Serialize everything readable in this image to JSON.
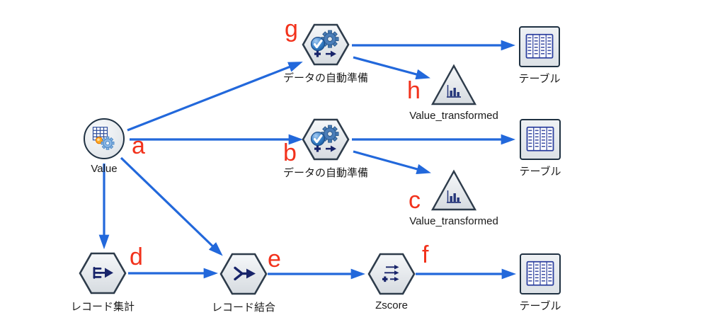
{
  "colors": {
    "arrow": "#2268DB",
    "annotation": "#F2321C",
    "node-border": "#203243",
    "hex-border": "#2E3C4B",
    "icon-navy": "#18246A",
    "icon-steel-blue": "#4A7DB8",
    "icon-light-blue": "#8AB6E4",
    "icon-orange": "#FFAA22",
    "table-icon-ink": "#2B3F9E",
    "label-ink": "#1A1A1A"
  },
  "nodes": {
    "value": {
      "label": "Value",
      "letter": "a",
      "type": "source-node",
      "icon": "table-settings-icon"
    },
    "adp_top": {
      "label": "データの自動準備",
      "letter": "g",
      "type": "process-node",
      "icon": "auto-data-prep-icon"
    },
    "vt_top": {
      "label": "Value_transformed",
      "letter": "h",
      "type": "model-nugget-node",
      "icon": "bar-chart-icon"
    },
    "table_top": {
      "label": "テーブル",
      "type": "output-node",
      "icon": "table-grid-icon"
    },
    "adp_mid": {
      "label": "データの自動準備",
      "letter": "b",
      "type": "process-node",
      "icon": "auto-data-prep-icon"
    },
    "vt_mid": {
      "label": "Value_transformed",
      "letter": "c",
      "type": "model-nugget-node",
      "icon": "bar-chart-icon"
    },
    "table_mid": {
      "label": "テーブル",
      "type": "output-node",
      "icon": "table-grid-icon"
    },
    "aggregate": {
      "label": "レコード集計",
      "letter": "d",
      "type": "process-node",
      "icon": "aggregate-arrow-icon"
    },
    "merge": {
      "label": "レコード結合",
      "letter": "e",
      "type": "process-node",
      "icon": "merge-arrow-icon"
    },
    "zscore": {
      "label": "Zscore",
      "letter": "f",
      "type": "process-node",
      "icon": "derive-arrows-icon"
    },
    "table_bottom": {
      "label": "テーブル",
      "type": "output-node",
      "icon": "table-grid-icon"
    }
  },
  "edges": [
    {
      "from": "value",
      "to": "adp_top"
    },
    {
      "from": "value",
      "to": "adp_mid"
    },
    {
      "from": "value",
      "to": "aggregate"
    },
    {
      "from": "value",
      "to": "merge"
    },
    {
      "from": "adp_top",
      "to": "table_top"
    },
    {
      "from": "adp_top",
      "to": "vt_top"
    },
    {
      "from": "adp_mid",
      "to": "table_mid"
    },
    {
      "from": "adp_mid",
      "to": "vt_mid"
    },
    {
      "from": "aggregate",
      "to": "merge"
    },
    {
      "from": "merge",
      "to": "zscore"
    },
    {
      "from": "zscore",
      "to": "table_bottom"
    }
  ]
}
